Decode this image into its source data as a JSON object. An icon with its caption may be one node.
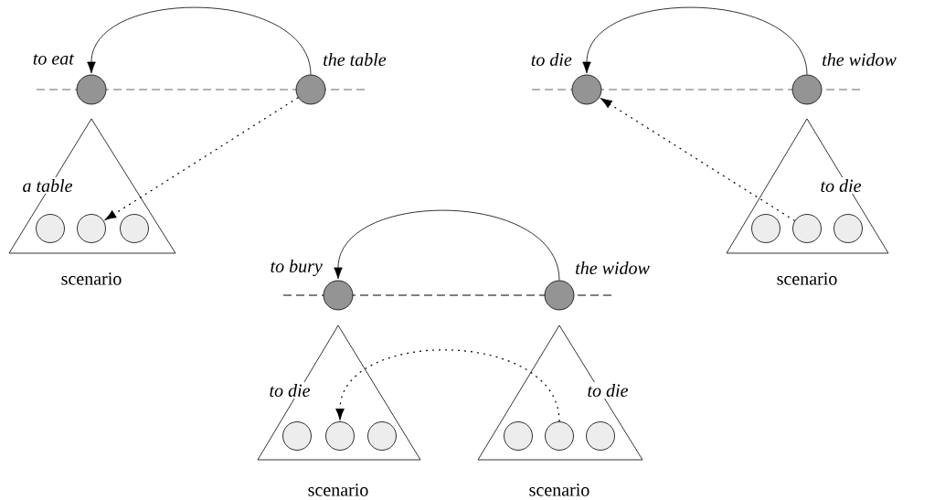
{
  "diagram": {
    "nodes": [
      {
        "text": [],
        "shape": "circle",
        "beside": [
          "to eat"
        ]
      },
      {
        "text": [],
        "shape": "circle",
        "beside": [
          "the table"
        ]
      },
      {
        "text": [],
        "shape": "circle",
        "beside": [
          "to die"
        ]
      },
      {
        "text": [],
        "shape": "circle",
        "beside": [
          "the widow"
        ]
      },
      {
        "text": [
          "a table",
          "scenario"
        ]
      },
      {
        "text": [],
        "shape": "circle",
        "in": 4
      },
      {
        "text": [],
        "shape": "circle",
        "in": 4
      },
      {
        "text": [],
        "shape": "circle",
        "in": 4
      },
      {
        "text": [
          "to die",
          "scenario"
        ]
      },
      {
        "text": [],
        "shape": "circle",
        "in": 8
      },
      {
        "text": [],
        "shape": "circle",
        "in": 8
      },
      {
        "text": [],
        "shape": "circle",
        "in": 8
      },
      {
        "text": [],
        "shape": "circle",
        "beside": [
          "to bury"
        ]
      },
      {
        "text": [],
        "shape": "circle",
        "beside": [
          "the widow"
        ]
      },
      {
        "text": [
          "to die",
          "scenario"
        ]
      },
      {
        "text": [],
        "shape": "circle",
        "in": 14
      },
      {
        "text": [],
        "shape": "circle",
        "in": 14
      },
      {
        "text": [],
        "shape": "circle",
        "in": 14
      },
      {
        "text": [
          "to die",
          "scenario"
        ]
      },
      {
        "text": [],
        "shape": "circle",
        "in": 18
      },
      {
        "text": [],
        "shape": "circle",
        "in": 18
      },
      {
        "text": [],
        "shape": "circle",
        "in": 18
      }
    ],
    "edges": [
      {
        "from": 1,
        "to": 0,
        "arrow": "to"
      },
      {
        "from": 1,
        "to": 6,
        "arrow": "to",
        "style": "dashed"
      },
      {
        "from": 3,
        "to": 2,
        "arrow": "to"
      },
      {
        "from": 10,
        "to": 2,
        "arrow": "to",
        "style": "dashed"
      },
      {
        "from": 13,
        "to": 12,
        "arrow": "to"
      },
      {
        "from": 20,
        "to": 16,
        "arrow": "to",
        "style": "dashed"
      }
    ]
  }
}
